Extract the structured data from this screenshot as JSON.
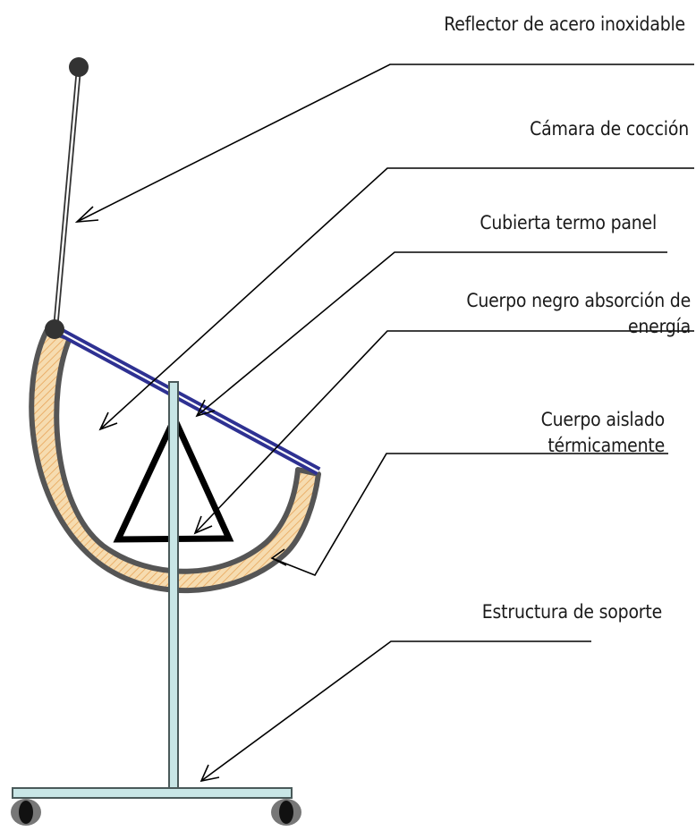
{
  "labels": {
    "reflector": "Reflector de acero inoxidable",
    "chamber": "Cámara de cocción",
    "cover": "Cubierta termo panel",
    "absorber_line1": "Cuerpo negro absorción de",
    "absorber_line2": "energía",
    "insulated_line1": "Cuerpo aislado",
    "insulated_line2": "térmicamente",
    "support": "Estructura de soporte"
  },
  "colors": {
    "insulation_fill": "#f6dcb0",
    "insulation_hatch": "#e8a55a",
    "shell_outline": "#555555",
    "glass_cover": "#2e3192",
    "stand": "#c8e6e6",
    "stand_outline": "#4a5a5a",
    "knob": "#333333",
    "wheel": "#222222"
  }
}
